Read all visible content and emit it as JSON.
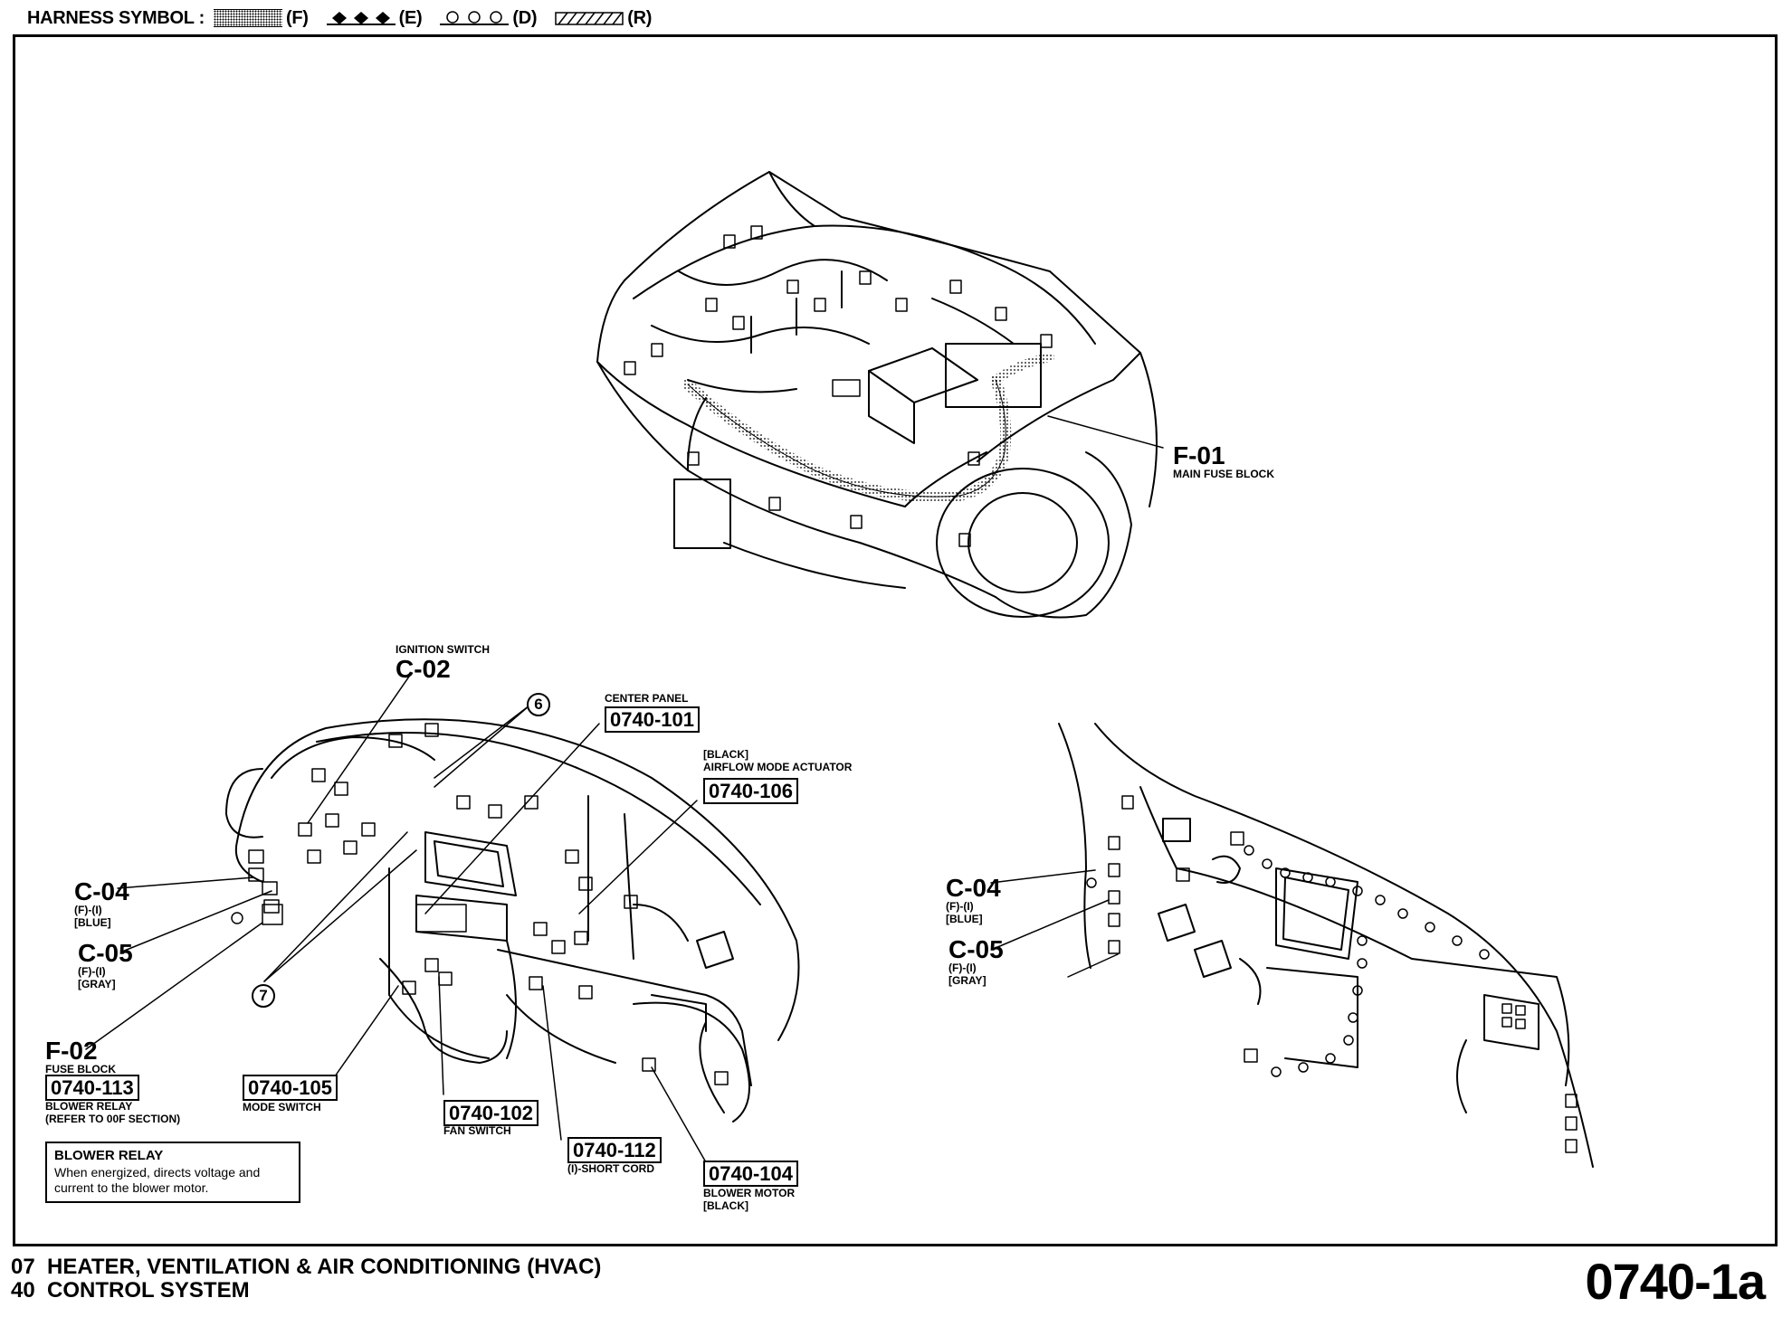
{
  "legend": {
    "title": "HARNESS SYMBOL :",
    "items": [
      {
        "code": "(F)",
        "pattern": "dotted"
      },
      {
        "code": "(E)",
        "pattern": "diamonds"
      },
      {
        "code": "(D)",
        "pattern": "circles"
      },
      {
        "code": "(R)",
        "pattern": "hatched"
      }
    ]
  },
  "labels": {
    "f01": {
      "code": "F-01",
      "desc": "MAIN FUSE BLOCK"
    },
    "c02": {
      "desc": "IGNITION SWITCH",
      "code": "C-02"
    },
    "center_panel": {
      "desc": "CENTER PANEL",
      "ref": "0740-101"
    },
    "airflow": {
      "color": "[BLACK]",
      "desc": "AIRFLOW MODE ACTUATOR",
      "ref": "0740-106"
    },
    "c04_left": {
      "code": "C-04",
      "sub1": "(F)-(I)",
      "sub2": "[BLUE]"
    },
    "c05_left": {
      "code": "C-05",
      "sub1": "(F)-(I)",
      "sub2": "[GRAY]"
    },
    "f02": {
      "code": "F-02",
      "desc": "FUSE BLOCK",
      "ref": "0740-113",
      "desc2": "BLOWER RELAY",
      "desc3": "(REFER TO 00F SECTION)"
    },
    "mode_switch": {
      "ref": "0740-105",
      "desc": "MODE SWITCH"
    },
    "fan_switch": {
      "ref": "0740-102",
      "desc": "FAN SWITCH"
    },
    "short_cord": {
      "ref": "0740-112",
      "desc": "(I)-SHORT CORD"
    },
    "blower_motor": {
      "ref": "0740-104",
      "desc": "BLOWER MOTOR",
      "color": "[BLACK]"
    },
    "c04_right": {
      "code": "C-04",
      "sub1": "(F)-(I)",
      "sub2": "[BLUE]"
    },
    "c05_right": {
      "code": "C-05",
      "sub1": "(F)-(I)",
      "sub2": "[GRAY]"
    },
    "circle6": "6",
    "circle7": "7"
  },
  "note": {
    "title": "BLOWER RELAY",
    "body": "When energized, directs voltage and current to the blower motor."
  },
  "footer": {
    "line1_num": "07",
    "line1_text": "HEATER, VENTILATION & AIR CONDITIONING (HVAC)",
    "line2_num": "40",
    "line2_text": "CONTROL SYSTEM",
    "page": "0740-1a"
  }
}
